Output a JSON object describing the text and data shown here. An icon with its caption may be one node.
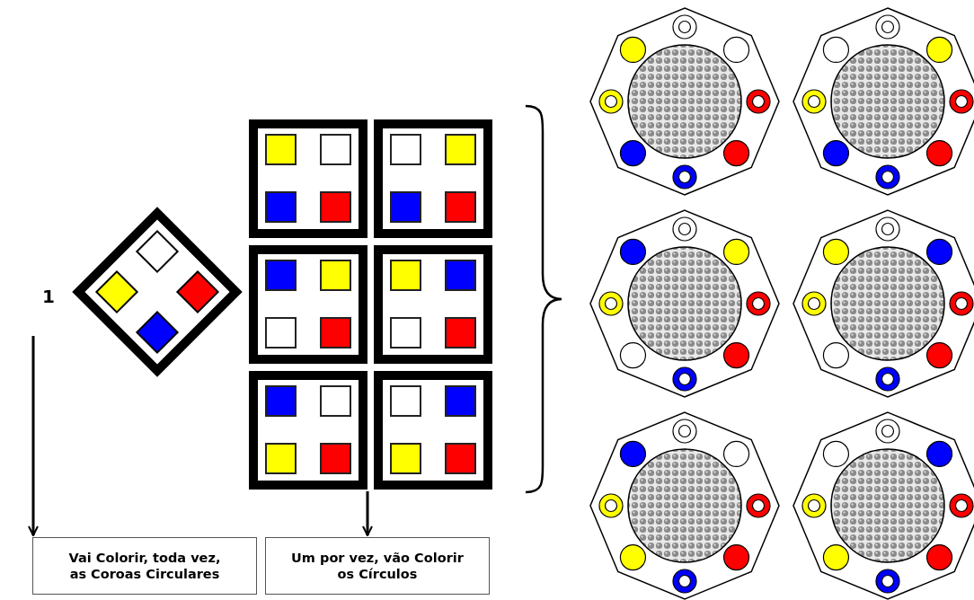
{
  "diagram": {
    "nodes": [
      {
        "text": [
          "1"
        ]
      },
      {
        "text": [
          "Vai Colorir, toda vez, as Coroas Circulares"
        ]
      },
      {
        "text": [
          "Um por vez, vão Colorir os Círculos"
        ]
      },
      {
        "text": [],
        "shape": "box"
      },
      {
        "text": [],
        "shape": "box"
      },
      {
        "text": [],
        "shape": "box"
      },
      {
        "text": [],
        "shape": "box"
      },
      {
        "text": [],
        "shape": "box"
      },
      {
        "text": [],
        "shape": "box"
      }
    ],
    "edges": [
      {
        "from": 0,
        "to": 1,
        "arrow": "to"
      },
      {
        "from": 7,
        "to": 2,
        "arrow": "to"
      }
    ]
  }
}
